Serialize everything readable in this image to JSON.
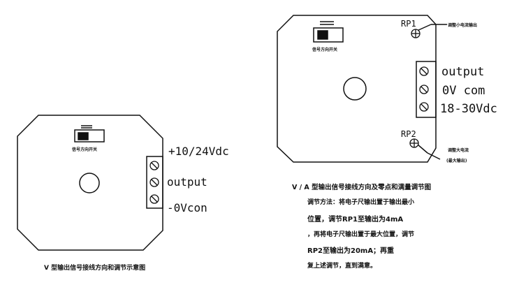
{
  "left_board": {
    "terminals": [
      "+10/24Vdc",
      "output",
      "-0Vcon"
    ],
    "switch_label": "信号方向开关",
    "caption": "V 型输出信号接线方向和调节示意图"
  },
  "right_board": {
    "terminals": [
      "output",
      "0V com",
      "18-30Vdc"
    ],
    "switch_label": "信号方向开关",
    "rp1": "RP1",
    "rp1_note": "调整小电流输出",
    "rp2": "RP2",
    "rp2_note_1": "调整大电流",
    "rp2_note_2": "(最大输出)",
    "caption": "V / A 型输出信号接线方向及零点和满量调节图",
    "instructions": [
      "调节方法：将电子尺输出置于输出最小",
      "位置，调节RP1至输出为4mA",
      "，再将电子尺输出置于最大位置，调节",
      "RP2至输出为20mA；再重",
      "复上述调节，直到满意。"
    ]
  }
}
